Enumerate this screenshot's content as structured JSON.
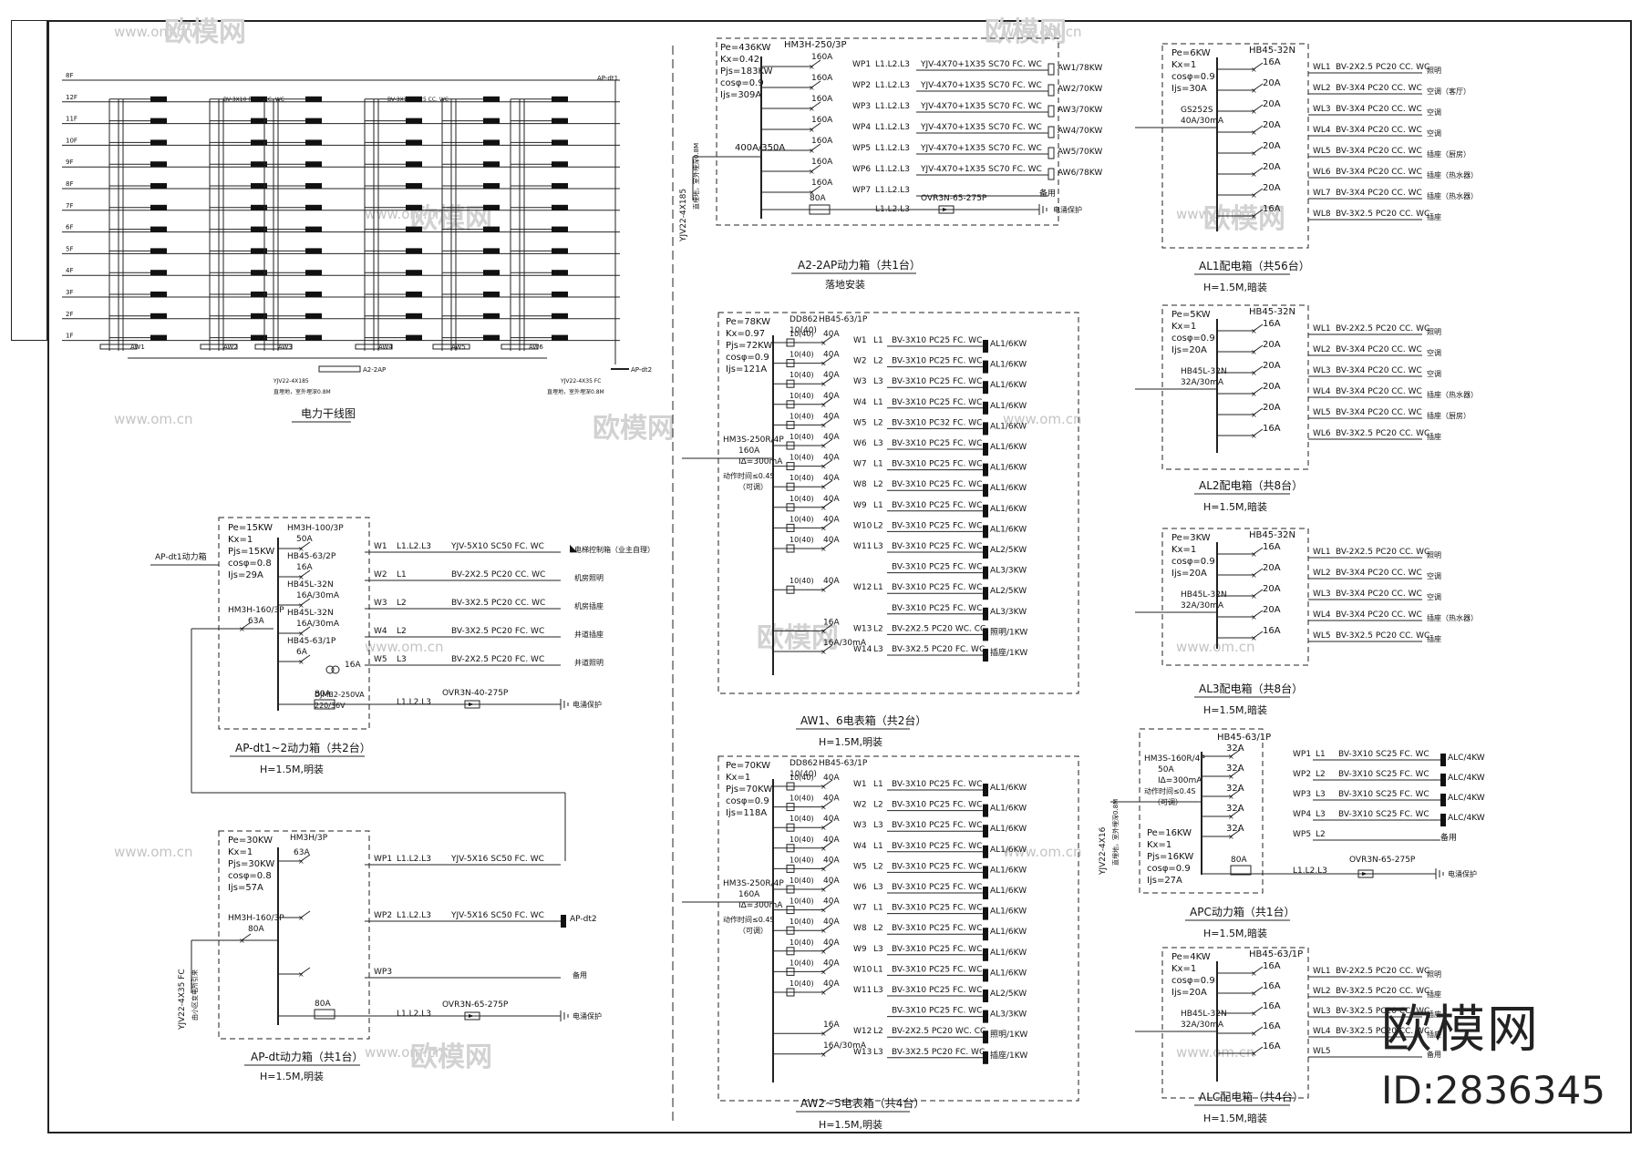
{
  "brand": {
    "name": "欧模网",
    "id": "ID:2836345",
    "url": "www.om.cn"
  },
  "trunk": {
    "title": "电力干线图",
    "floors": [
      "8F",
      "12F",
      "11F",
      "10F",
      "9F",
      "8F",
      "7F",
      "6F",
      "5F",
      "4F",
      "3F",
      "2F",
      "1F"
    ],
    "boxes": [
      "AW1",
      "AW2",
      "AW3",
      "AW4",
      "AW5",
      "AW6",
      "A2-2AP",
      "AP-dt1",
      "AP-dt2"
    ],
    "cables": [
      "BV-3X10 PC25 CC. WC",
      "YJV22-4X185",
      "YJV22-4X35 FC"
    ],
    "notes": [
      "直埋地，室外埋深0.8M",
      "直埋地，室外埋深0.8M"
    ]
  },
  "a2ap": {
    "title": "A2-2AP动力箱（共1台）",
    "mount": "落地安装",
    "params": [
      "Pe=436KW",
      "Kx=0.42",
      "Pjs=183KW",
      "cosφ=0.9",
      "Ijs=309A"
    ],
    "main_breaker": "HM3H-250/3P",
    "main_rating": "160A",
    "in_breaker": "400A/350A",
    "in_cable": "YJV22-4X185",
    "in_note": "直埋地，室外埋深0.8M",
    "rows": [
      {
        "id": "WP1",
        "phase": "L1.L2.L3",
        "rating": "160A",
        "cable": "YJV-4X70+1X35 SC70 FC. WC",
        "load": "AW1/78KW"
      },
      {
        "id": "WP2",
        "phase": "L1.L2.L3",
        "rating": "160A",
        "cable": "YJV-4X70+1X35 SC70 FC. WC",
        "load": "AW2/70KW"
      },
      {
        "id": "WP3",
        "phase": "L1.L2.L3",
        "rating": "160A",
        "cable": "YJV-4X70+1X35 SC70 FC. WC",
        "load": "AW3/70KW"
      },
      {
        "id": "WP4",
        "phase": "L1.L2.L3",
        "rating": "160A",
        "cable": "YJV-4X70+1X35 SC70 FC. WC",
        "load": "AW4/70KW"
      },
      {
        "id": "WP5",
        "phase": "L1.L2.L3",
        "rating": "160A",
        "cable": "YJV-4X70+1X35 SC70 FC. WC",
        "load": "AW5/70KW"
      },
      {
        "id": "WP6",
        "phase": "L1.L2.L3",
        "rating": "160A",
        "cable": "YJV-4X70+1X35 SC70 FC. WC",
        "load": "AW6/78KW"
      },
      {
        "id": "WP7",
        "phase": "L1.L2.L3",
        "rating": "160A",
        "cable": "",
        "load": "备用"
      }
    ],
    "spd": {
      "rating": "80A",
      "phase": "L1.L2.L3",
      "model": "OVR3N-65-275P",
      "label": "电涌保护"
    }
  },
  "al1": {
    "title": "AL1配电箱（共56台）",
    "mount": "H=1.5M,暗装",
    "params": [
      "Pe=6KW",
      "Kx=1",
      "cosφ=0.9",
      "Ijs=30A"
    ],
    "header": "HB45-32N",
    "main": "GS252S",
    "main_rating": "40A/30mA",
    "rows": [
      {
        "rating": "16A",
        "id": "WL1",
        "cable": "BV-2X2.5 PC20 CC. WC",
        "load": "照明"
      },
      {
        "rating": "20A",
        "id": "WL2",
        "cable": "BV-3X4  PC20 CC. WC",
        "load": "空调（客厅）"
      },
      {
        "rating": "20A",
        "id": "WL3",
        "cable": "BV-3X4  PC20 CC. WC",
        "load": "空调"
      },
      {
        "rating": "20A",
        "id": "WL4",
        "cable": "BV-3X4  PC20 CC. WC",
        "load": "空调"
      },
      {
        "rating": "20A",
        "id": "WL5",
        "cable": "BV-3X4  PC20 CC. WC",
        "load": "插座（厨房）"
      },
      {
        "rating": "20A",
        "id": "WL6",
        "cable": "BV-3X4  PC20 CC. WC",
        "load": "插座（热水器）"
      },
      {
        "rating": "20A",
        "id": "WL7",
        "cable": "BV-3X4  PC20 CC. WC",
        "load": "插座（热水器）"
      },
      {
        "rating": "16A",
        "id": "WL8",
        "cable": "BV-3X2.5 PC20 CC. WC",
        "load": "插座"
      }
    ]
  },
  "al2": {
    "title": "AL2配电箱（共8台）",
    "mount": "H=1.5M,暗装",
    "params": [
      "Pe=5KW",
      "Kx=1",
      "cosφ=0.9",
      "Ijs=20A"
    ],
    "header": "HB45-32N",
    "main": "HB45L-32N",
    "main_rating": "32A/30mA",
    "rows": [
      {
        "rating": "16A",
        "id": "WL1",
        "cable": "BV-2X2.5 PC20 CC. WC",
        "load": "照明"
      },
      {
        "rating": "20A",
        "id": "WL2",
        "cable": "BV-3X4  PC20 CC. WC",
        "load": "空调"
      },
      {
        "rating": "20A",
        "id": "WL3",
        "cable": "BV-3X4  PC20 CC. WC",
        "load": "空调"
      },
      {
        "rating": "20A",
        "id": "WL4",
        "cable": "BV-3X4  PC20 CC. WC",
        "load": "插座（热水器）"
      },
      {
        "rating": "20A",
        "id": "WL5",
        "cable": "BV-3X4  PC20 CC. WC",
        "load": "插座（厨房）"
      },
      {
        "rating": "16A",
        "id": "WL6",
        "cable": "BV-3X2.5 PC20 CC. WC",
        "load": "插座"
      }
    ]
  },
  "al3": {
    "title": "AL3配电箱（共8台）",
    "mount": "H=1.5M,暗装",
    "params": [
      "Pe=3KW",
      "Kx=1",
      "cosφ=0.9",
      "Ijs=20A"
    ],
    "header": "HB45-32N",
    "main": "HB45L-32N",
    "main_rating": "32A/30mA",
    "rows": [
      {
        "rating": "16A",
        "id": "WL1",
        "cable": "BV-2X2.5 PC20 CC. WC",
        "load": "照明"
      },
      {
        "rating": "20A",
        "id": "WL2",
        "cable": "BV-3X4  PC20 CC. WC",
        "load": "空调"
      },
      {
        "rating": "20A",
        "id": "WL3",
        "cable": "BV-3X4  PC20 CC. WC",
        "load": "空调"
      },
      {
        "rating": "20A",
        "id": "WL4",
        "cable": "BV-3X4  PC20 CC. WC",
        "load": "插座（热水器）"
      },
      {
        "rating": "16A",
        "id": "WL5",
        "cable": "BV-3X2.5 PC20 CC. WC",
        "load": "插座"
      }
    ]
  },
  "apc": {
    "title": "APC动力箱（共1台）",
    "mount": "H=1.5M,暗装",
    "header": "HB45-63/1P",
    "main": "HM3S-160R/4P",
    "main_rating": "50A",
    "rcd": "IΔ=300mA",
    "delay": "动作时间≤0.4S",
    "adj": "（可调）",
    "params": [
      "Pe=16KW",
      "Kx=1",
      "Pjs=16KW",
      "cosφ=0.9",
      "Ijs=27A"
    ],
    "in_cable": "YJV22-4X16",
    "in_note": "直埋地，室外埋深0.8M",
    "rows": [
      {
        "rating": "32A",
        "id": "WP1",
        "phase": "L1",
        "cable": "BV-3X10 SC25 FC. WC",
        "load": "ALC/4KW"
      },
      {
        "rating": "32A",
        "id": "WP2",
        "phase": "L2",
        "cable": "BV-3X10 SC25 FC. WC",
        "load": "ALC/4KW"
      },
      {
        "rating": "32A",
        "id": "WP3",
        "phase": "L3",
        "cable": "BV-3X10 SC25 FC. WC",
        "load": "ALC/4KW"
      },
      {
        "rating": "32A",
        "id": "WP4",
        "phase": "L3",
        "cable": "BV-3X10 SC25 FC. WC",
        "load": "ALC/4KW"
      },
      {
        "rating": "32A",
        "id": "WP5",
        "phase": "L2",
        "cable": "",
        "load": "备用"
      }
    ],
    "spd": {
      "rating": "80A",
      "phase": "L1.L2.L3",
      "model": "OVR3N-65-275P",
      "label": "电涌保护"
    }
  },
  "alc": {
    "title": "ALC配电箱（共4台）",
    "mount": "H=1.5M,暗装",
    "params": [
      "Pe=4KW",
      "Kx=1",
      "cosφ=0.9",
      "Ijs=20A"
    ],
    "header": "HB45-63/1P",
    "main": "HB45L-32N",
    "main_rating": "32A/30mA",
    "rows": [
      {
        "rating": "16A",
        "id": "WL1",
        "cable": "BV-2X2.5 PC20 CC. WC",
        "load": "照明"
      },
      {
        "rating": "16A",
        "id": "WL2",
        "cable": "BV-3X2.5 PC20 CC. WC",
        "load": "插座"
      },
      {
        "rating": "16A",
        "id": "WL3",
        "cable": "BV-3X2.5 PC20 CC. WC",
        "load": "插座"
      },
      {
        "rating": "16A",
        "id": "WL4",
        "cable": "BV-3X2.5 PC20 CC. WC",
        "load": "插座"
      },
      {
        "rating": "16A",
        "id": "WL5",
        "cable": "",
        "load": "备用"
      }
    ]
  },
  "aw16": {
    "title": "AW1、6电表箱（共2台）",
    "mount": "H=1.5M,明装",
    "params": [
      "Pe=78KW",
      "Kx=0.97",
      "Pjs=72KW",
      "cosφ=0.9",
      "Ijs=121A"
    ],
    "meter": "DD862",
    "meter_rating": "10(40)",
    "header": "HB45-63/1P",
    "main": "HM3S-250R/4P",
    "main_rating": "160A",
    "rcd": "IΔ=300mA",
    "delay": "动作时间≤0.4S",
    "adj": "（可调）",
    "rows": [
      {
        "rating": "40A",
        "id": "W1",
        "phase": "L1",
        "cable": "BV-3X10 PC25 FC. WC",
        "load": "AL1/6KW"
      },
      {
        "rating": "40A",
        "id": "W2",
        "phase": "L2",
        "cable": "BV-3X10 PC25 FC. WC",
        "load": "AL1/6KW"
      },
      {
        "rating": "40A",
        "id": "W3",
        "phase": "L3",
        "cable": "BV-3X10 PC25 FC. WC",
        "load": "AL1/6KW"
      },
      {
        "rating": "40A",
        "id": "W4",
        "phase": "L1",
        "cable": "BV-3X10 PC25 FC. WC",
        "load": "AL1/6KW"
      },
      {
        "rating": "40A",
        "id": "W5",
        "phase": "L2",
        "cable": "BV-3X10 PC32 FC. WC",
        "load": "AL1/6KW"
      },
      {
        "rating": "40A",
        "id": "W6",
        "phase": "L3",
        "cable": "BV-3X10 PC25 FC. WC",
        "load": "AL1/6KW"
      },
      {
        "rating": "40A",
        "id": "W7",
        "phase": "L1",
        "cable": "BV-3X10 PC25 FC. WC",
        "load": "AL1/6KW"
      },
      {
        "rating": "40A",
        "id": "W8",
        "phase": "L2",
        "cable": "BV-3X10 PC25 FC. WC",
        "load": "AL1/6KW"
      },
      {
        "rating": "40A",
        "id": "W9",
        "phase": "L1",
        "cable": "BV-3X10 PC25 FC. WC",
        "load": "AL1/6KW"
      },
      {
        "rating": "40A",
        "id": "W10",
        "phase": "L2",
        "cable": "BV-3X10 PC25 FC. WC",
        "load": "AL1/6KW"
      },
      {
        "rating": "40A",
        "id": "W11",
        "phase": "L3",
        "cable": "BV-3X10 PC25 FC. WC",
        "load": "AL2/5KW"
      },
      {
        "rating": "",
        "id": "",
        "phase": "",
        "cable": "BV-3X10 PC25 FC. WC",
        "load": "AL3/3KW"
      },
      {
        "rating": "40A",
        "id": "W12",
        "phase": "L1",
        "cable": "BV-3X10 PC25 FC. WC",
        "load": "AL2/5KW"
      },
      {
        "rating": "",
        "id": "",
        "phase": "",
        "cable": "BV-3X10 PC25 FC. WC",
        "load": "AL3/3KW"
      },
      {
        "rating": "16A",
        "id": "W13",
        "phase": "L2",
        "cable": "BV-2X2.5 PC20 WC. CC",
        "load": "照明/1KW"
      },
      {
        "rating": "16A/30mA",
        "id": "W14",
        "phase": "L3",
        "cable": "BV-3X2.5 PC20 FC. WC",
        "load": "插座/1KW"
      }
    ]
  },
  "aw25": {
    "title": "AW2~5电表箱（共4台）",
    "mount": "H=1.5M,明装",
    "params": [
      "Pe=70KW",
      "Kx=1",
      "Pjs=70KW",
      "cosφ=0.9",
      "Ijs=118A"
    ],
    "meter": "DD862",
    "meter_rating": "10(40)",
    "header": "HB45-63/1P",
    "main": "HM3S-250R/4P",
    "main_rating": "160A",
    "rcd": "IΔ=300mA",
    "delay": "动作时间≤0.4S",
    "adj": "（可调）",
    "rows": [
      {
        "rating": "40A",
        "id": "W1",
        "phase": "L1",
        "cable": "BV-3X10 PC25 FC. WC",
        "load": "AL1/6KW"
      },
      {
        "rating": "40A",
        "id": "W2",
        "phase": "L2",
        "cable": "BV-3X10 PC25 FC. WC",
        "load": "AL1/6KW"
      },
      {
        "rating": "40A",
        "id": "W3",
        "phase": "L3",
        "cable": "BV-3X10 PC25 FC. WC",
        "load": "AL1/6KW"
      },
      {
        "rating": "40A",
        "id": "W4",
        "phase": "L1",
        "cable": "BV-3X10 PC25 FC. WC",
        "load": "AL1/6KW"
      },
      {
        "rating": "40A",
        "id": "W5",
        "phase": "L2",
        "cable": "BV-3X10 PC25 FC. WC",
        "load": "AL1/6KW"
      },
      {
        "rating": "40A",
        "id": "W6",
        "phase": "L3",
        "cable": "BV-3X10 PC25 FC. WC",
        "load": "AL1/6KW"
      },
      {
        "rating": "40A",
        "id": "W7",
        "phase": "L1",
        "cable": "BV-3X10 PC25 FC. WC",
        "load": "AL1/6KW"
      },
      {
        "rating": "40A",
        "id": "W8",
        "phase": "L2",
        "cable": "BV-3X10 PC25 FC. WC",
        "load": "AL1/6KW"
      },
      {
        "rating": "40A",
        "id": "W9",
        "phase": "L3",
        "cable": "BV-3X10 PC25 FC. WC",
        "load": "AL1/6KW"
      },
      {
        "rating": "40A",
        "id": "W10",
        "phase": "L1",
        "cable": "BV-3X10 PC25 FC. WC",
        "load": "AL1/6KW"
      },
      {
        "rating": "40A",
        "id": "W11",
        "phase": "L3",
        "cable": "BV-3X10 PC25 FC. WC",
        "load": "AL2/5KW"
      },
      {
        "rating": "",
        "id": "",
        "phase": "",
        "cable": "BV-3X10 PC25 FC. WC",
        "load": "AL3/3KW"
      },
      {
        "rating": "16A",
        "id": "W12",
        "phase": "L2",
        "cable": "BV-2X2.5 PC20 WC. CC",
        "load": "照明/1KW"
      },
      {
        "rating": "16A/30mA",
        "id": "W13",
        "phase": "L3",
        "cable": "BV-3X2.5 PC20 FC. WC",
        "load": "插座/1KW"
      }
    ]
  },
  "apdt12": {
    "title": "AP-dt1~2动力箱（共2台）",
    "mount": "H=1.5M,明装",
    "params": [
      "Pe=15KW",
      "Kx=1",
      "Pjs=15KW",
      "cosφ=0.8",
      "Ijs=29A"
    ],
    "in_label": "AP-dt1动力箱",
    "main": "HM3H-160/3P",
    "main_rating": "63A",
    "rows": [
      {
        "breaker": "HM3H-100/3P",
        "rating": "50A",
        "id": "W1",
        "phase": "L1.L2.L3",
        "cable": "YJV-5X10 SC50 FC. WC",
        "load": "电梯控制箱（业主自理）"
      },
      {
        "breaker": "HB45-63/2P",
        "rating": "16A",
        "id": "W2",
        "phase": "L1",
        "cable": "BV-2X2.5 PC20 CC. WC",
        "load": "机房照明"
      },
      {
        "breaker": "HB45L-32N",
        "rating": "16A/30mA",
        "id": "W3",
        "phase": "L2",
        "cable": "BV-3X2.5 PC20 CC. WC",
        "load": "机房插座"
      },
      {
        "breaker": "HB45L-32N",
        "rating": "16A/30mA",
        "id": "W4",
        "phase": "L2",
        "cable": "BV-3X2.5 PC20 FC. WC",
        "load": "井道插座"
      },
      {
        "breaker": "HB45-63/1P",
        "rating": "6A",
        "id": "W5",
        "phase": "L3",
        "cable": "BV-2X2.5 PC20 FC. WC",
        "load": "井道照明"
      }
    ],
    "transformer": "DJMB2-250VA",
    "transformer_v": "220/36V",
    "fuse": "16A",
    "spd": {
      "rating": "80A",
      "phase": "L1.L2.L3",
      "model": "OVR3N-40-275P",
      "label": "电涌保护"
    }
  },
  "apdt": {
    "title": "AP-dt动力箱（共1台）",
    "mount": "H=1.5M,明装",
    "params": [
      "Pe=30KW",
      "Kx=1",
      "Pjs=30KW",
      "cosφ=0.8",
      "Ijs=57A"
    ],
    "header": "HM3H/3P",
    "header_rating": "63A",
    "main": "HM3H-160/3P",
    "main_rating": "80A",
    "in_cable": "YJV22-4X35 FC",
    "in_note": "由小区变电所引来",
    "rows": [
      {
        "id": "WP1",
        "phase": "L1.L2.L3",
        "cable": "YJV-5X16 SC50 FC. WC",
        "load": ""
      },
      {
        "id": "WP2",
        "phase": "L1.L2.L3",
        "cable": "YJV-5X16 SC50 FC. WC",
        "load": "AP-dt2"
      },
      {
        "id": "WP3",
        "phase": "",
        "cable": "",
        "load": "备用"
      }
    ],
    "spd": {
      "rating": "80A",
      "phase": "L1.L2.L3",
      "model": "OVR3N-65-275P",
      "label": "电涌保护"
    }
  }
}
